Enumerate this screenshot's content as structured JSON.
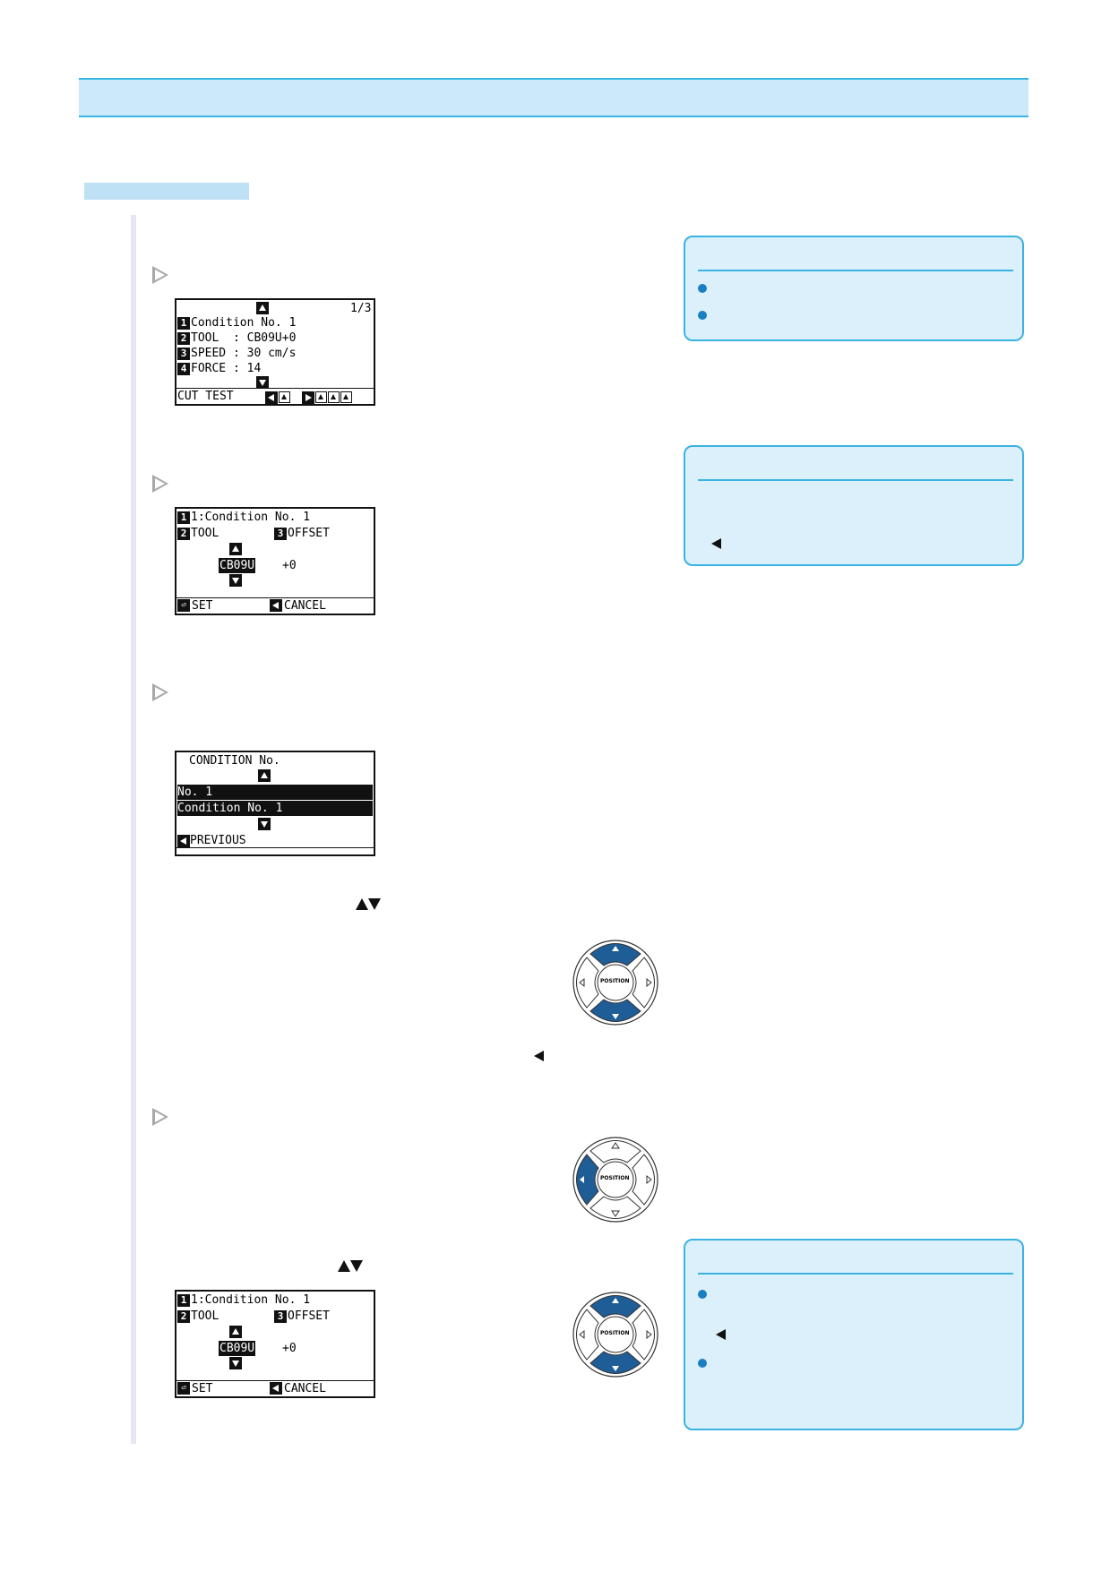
{
  "screens": {
    "s1": {
      "page": "1/3",
      "rows": [
        "Condition No. 1",
        "TOOL  : CB09U+0",
        "SPEED : 30 cm/s",
        "FORCE : 14"
      ],
      "keys": [
        "1",
        "2",
        "3",
        "4"
      ],
      "footer": "CUT TEST"
    },
    "s2": {
      "title": "1:Condition No. 1",
      "tool": "TOOL",
      "offset": "OFFSET",
      "value": "CB09U",
      "offset_value": "+0",
      "set": "SET",
      "cancel": "CANCEL",
      "enter": "ENT ER"
    },
    "s3": {
      "title": "CONDITION No.",
      "line1": "No. 1",
      "line2": "Condition No. 1",
      "previous": "PREVIOUS"
    },
    "s4": {
      "title": "1:Condition No. 1",
      "tool": "TOOL",
      "offset": "OFFSET",
      "value": "CB09U",
      "offset_value": "+0",
      "set": "SET",
      "cancel": "CANCEL",
      "enter": "ENT ER"
    }
  },
  "position_label": "POSITION",
  "colors": {
    "accent": "#38b5e2",
    "note_bg": "#dcf0fb",
    "key_blue": "#1f5d97"
  }
}
